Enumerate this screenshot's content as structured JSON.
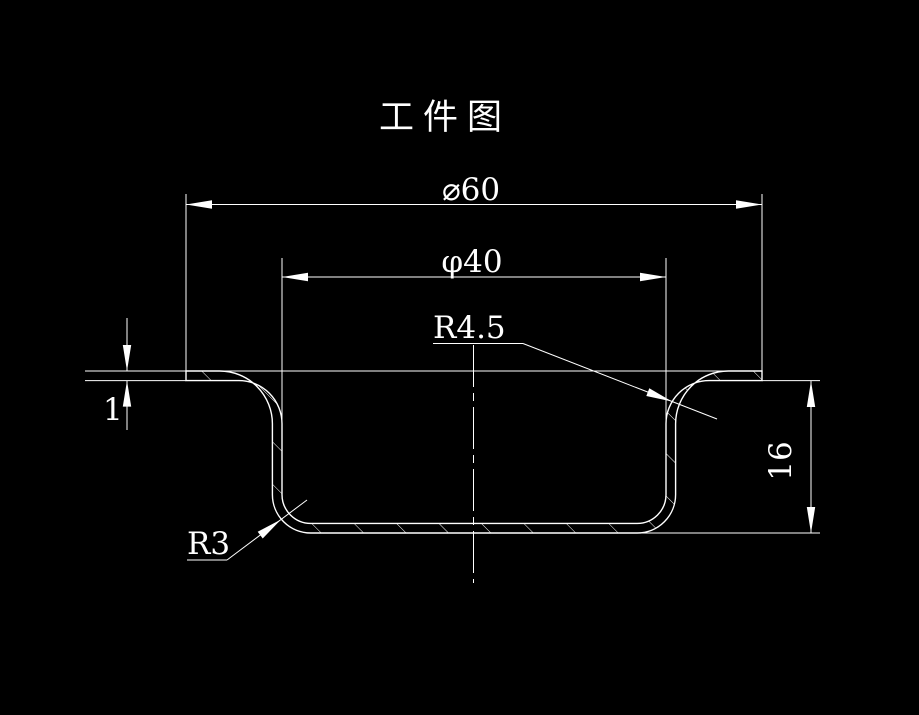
{
  "title": "工件图",
  "canvas": {
    "background_color": "#000000",
    "line_color": "#ffffff"
  },
  "dimensions": {
    "outer_diameter": "⌀60",
    "inner_diameter": "φ40",
    "top_corner_radius": "R4.5",
    "bottom_corner_radius": "R3",
    "sheet_thickness": "1",
    "cup_depth": "16"
  }
}
